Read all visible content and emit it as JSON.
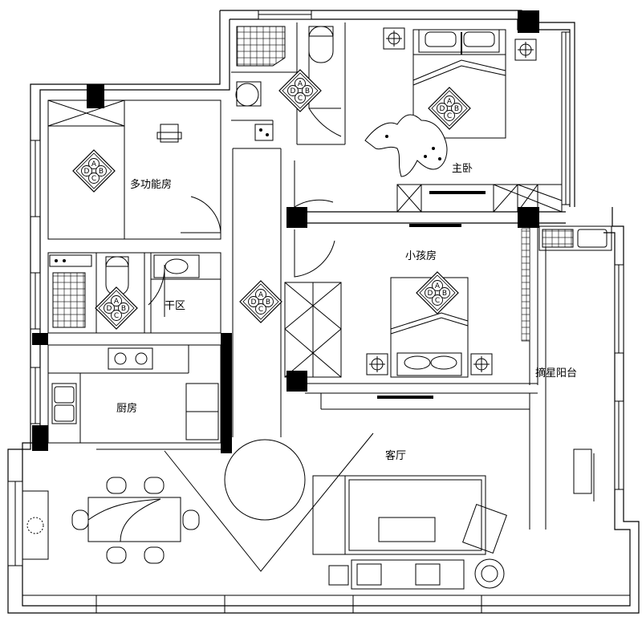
{
  "rooms": {
    "master_bedroom": "主卧",
    "multi_function_room": "多功能房",
    "kids_room": "小孩房",
    "drying_area": "干区",
    "kitchen": "厨房",
    "living_room": "客厅",
    "star_balcony": "摘星阳台"
  },
  "sensor_letters": [
    "A",
    "B",
    "C",
    "D"
  ],
  "colors": {
    "line": "#000000",
    "background": "#ffffff"
  }
}
